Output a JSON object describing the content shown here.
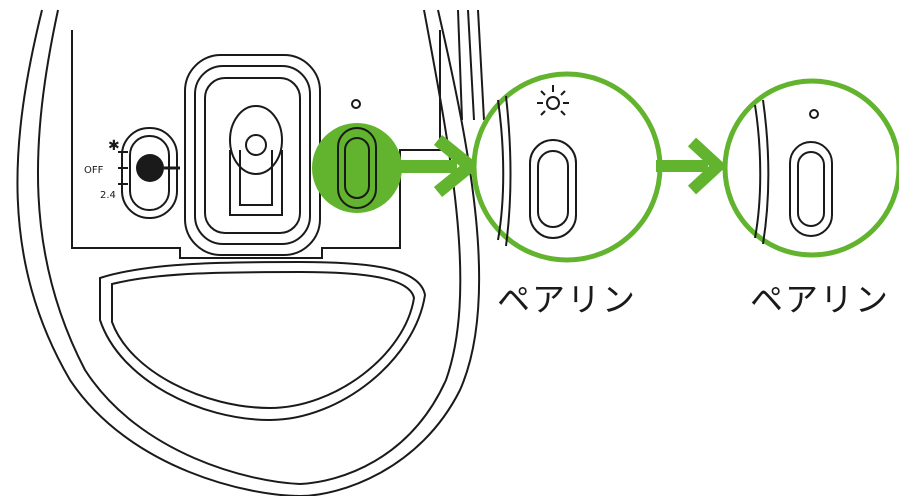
{
  "switch": {
    "bluetooth_glyph": "✱",
    "off_label": "OFF",
    "ghz_label": "2.4"
  },
  "steps": [
    {
      "caption": "ペアリン",
      "led_state": "blinking"
    },
    {
      "caption": "ペアリン",
      "led_state": "off"
    }
  ],
  "colors": {
    "accent": "#62b32d",
    "line": "#1a1a1a",
    "background": "#ffffff"
  },
  "icons": [
    "arrow-right-icon",
    "led-blink-icon",
    "led-off-icon",
    "bluetooth-icon"
  ]
}
